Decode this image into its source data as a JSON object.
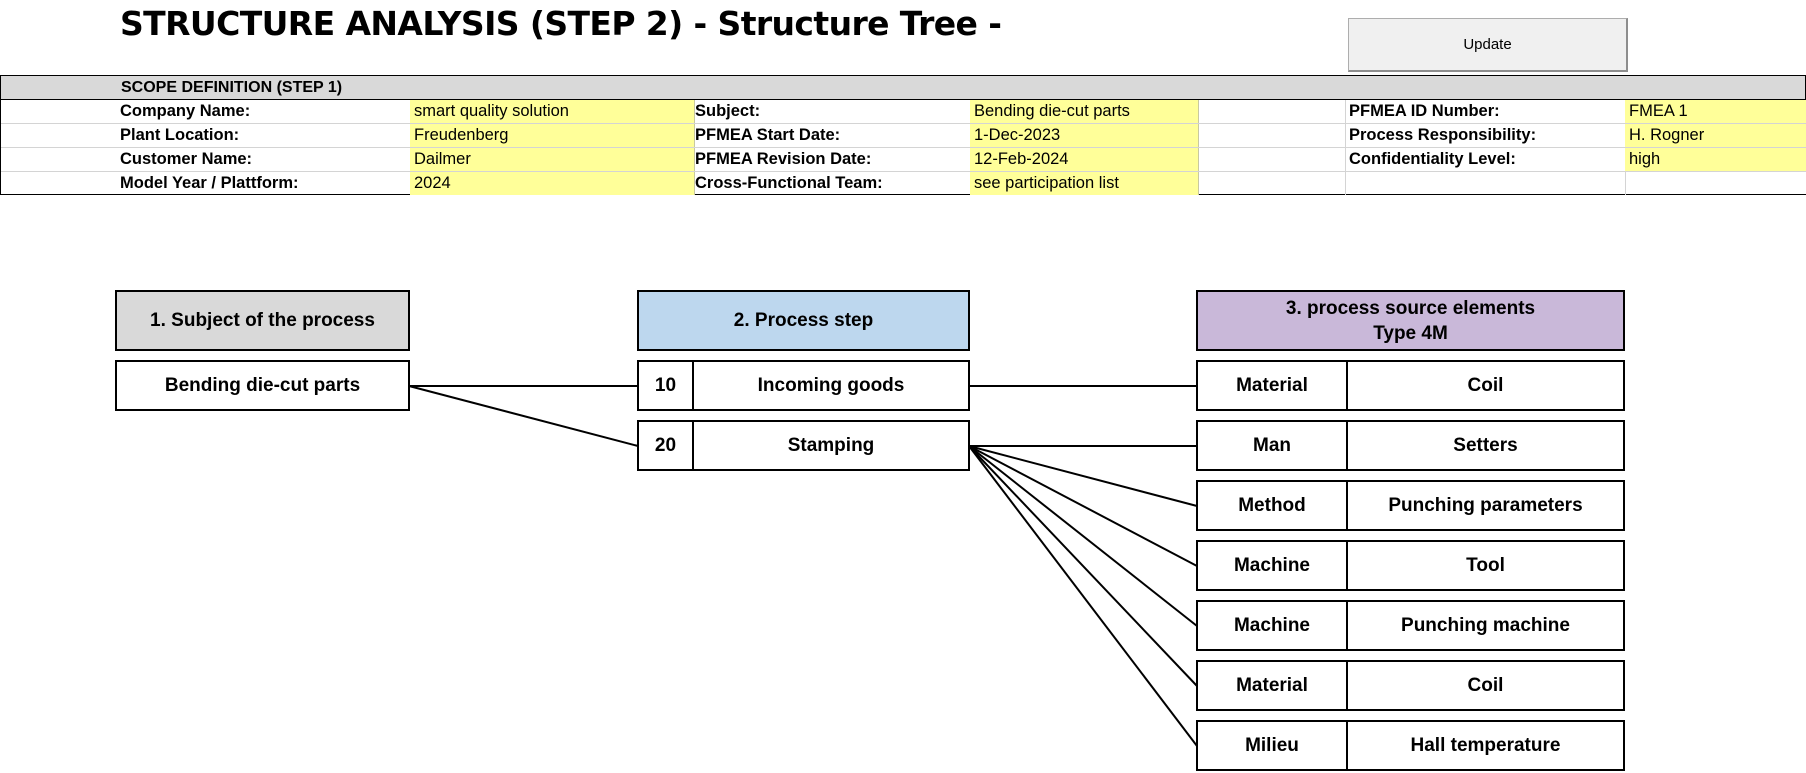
{
  "page": {
    "title": "STRUCTURE ANALYSIS (STEP 2) - Structure Tree -",
    "update_label": "Update"
  },
  "scope": {
    "header": "SCOPE DEFINITION (STEP 1)",
    "rows": [
      [
        {
          "label": "Company Name:",
          "value": "smart quality solution"
        },
        {
          "label": "Subject:",
          "value": "Bending die-cut parts"
        },
        {
          "label": "PFMEA ID Number:",
          "value": "FMEA 1"
        }
      ],
      [
        {
          "label": "Plant Location:",
          "value": "Freudenberg"
        },
        {
          "label": "PFMEA Start Date:",
          "value": "1-Dec-2023"
        },
        {
          "label": "Process Responsibility:",
          "value": "H. Rogner"
        }
      ],
      [
        {
          "label": "Customer Name:",
          "value": "Dailmer"
        },
        {
          "label": "PFMEA Revision Date:",
          "value": "12-Feb-2024"
        },
        {
          "label": "Confidentiality Level:",
          "value": "high"
        }
      ],
      [
        {
          "label": "Model Year / Plattform:",
          "value": "2024"
        },
        {
          "label": "Cross-Functional Team:",
          "value": "see participation list"
        },
        {
          "label": "",
          "value": ""
        }
      ]
    ]
  },
  "tree": {
    "headers": {
      "subject": "1. Subject of the process",
      "step": "2. Process step",
      "elements_line1": "3. process source elements",
      "elements_line2": "Type 4M"
    },
    "header_colors": {
      "subject": "#d9d9d9",
      "step": "#bdd7ee",
      "elements": "#c9b8d9"
    },
    "subject": "Bending die-cut parts",
    "steps": [
      {
        "number": "10",
        "name": "Incoming goods"
      },
      {
        "number": "20",
        "name": "Stamping"
      }
    ],
    "elements": [
      {
        "type": "Material",
        "name": "Coil",
        "step": 0
      },
      {
        "type": "Man",
        "name": "Setters",
        "step": 1
      },
      {
        "type": "Method",
        "name": "Punching parameters",
        "step": 1
      },
      {
        "type": "Machine",
        "name": "Tool",
        "step": 1
      },
      {
        "type": "Machine",
        "name": "Punching machine",
        "step": 1
      },
      {
        "type": "Material",
        "name": "Coil",
        "step": 1
      },
      {
        "type": "Milieu",
        "name": "Hall temperature",
        "step": 1
      }
    ]
  }
}
